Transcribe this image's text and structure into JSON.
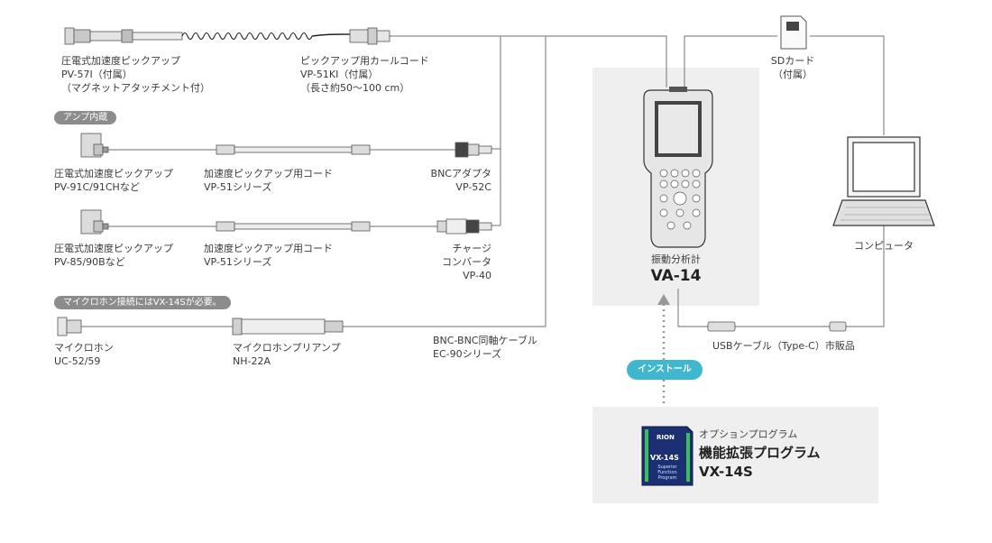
{
  "devices": {
    "pv57": [
      "圧電式加速度ピックアップ",
      "PV-57Ⅰ（付属）",
      "（マグネットアタッチメント付）"
    ],
    "vp51k": [
      "ピックアップ用カールコード",
      "VP-51KⅠ（付属）",
      "（長さ約50〜100 cm）"
    ],
    "sd": [
      "SDカード",
      "（付属）"
    ],
    "amp_pill": "アンプ内蔵",
    "pv91": [
      "圧電式加速度ピックアップ",
      "PV-91C/91CHなど"
    ],
    "vp51_a": [
      "加速度ピックアップ用コード",
      "VP-51シリーズ"
    ],
    "vp52c": [
      "BNCアダプタ",
      "VP-52C"
    ],
    "pv85": [
      "圧電式加速度ピックアップ",
      "PV-85/90Bなど"
    ],
    "vp51_b": [
      "加速度ピックアップ用コード",
      "VP-51シリーズ"
    ],
    "vp40": [
      "チャージ",
      "コンバータ",
      "VP-40"
    ],
    "mic_pill": "マイクロホン接続にはVX-14Sが必要。",
    "uc52": [
      "マイクロホン",
      "UC-52/59"
    ],
    "nh22a": [
      "マイクロホンプリアンプ",
      "NH-22A"
    ],
    "ec90": [
      "BNC-BNC同軸ケーブル",
      "EC-90シリーズ"
    ],
    "computer": "コンピュータ",
    "usb": "USBケーブル（Type-C）市販品",
    "va14": {
      "label": "振動分析計",
      "model": "VA-14"
    },
    "install": "インストール",
    "option": {
      "sub": "オプションプログラム",
      "title": "機能拡張プログラム",
      "code": "VX-14S"
    },
    "sd_card_brand": "RION",
    "sd_card_model": "VX-14S",
    "sd_card_caption": [
      "Superior",
      "Function",
      "Program"
    ]
  },
  "colors": {
    "line": "#8a8a8a",
    "panel": "#efefef",
    "accent": "#3fb7cf",
    "pill": "#8c8c8c",
    "card": "#1c2f73"
  }
}
